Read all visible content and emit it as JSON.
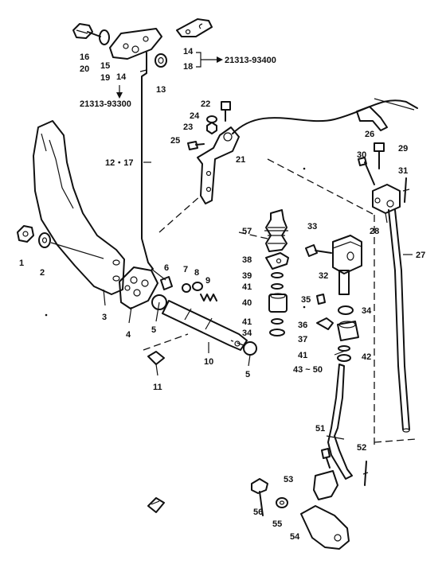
{
  "diagram": {
    "labels": [
      {
        "id": "l16",
        "text": "16"
      },
      {
        "id": "l20",
        "text": "20"
      },
      {
        "id": "l15",
        "text": "15"
      },
      {
        "id": "l19",
        "text": "19"
      },
      {
        "id": "l14a",
        "text": "14"
      },
      {
        "id": "l13",
        "text": "13"
      },
      {
        "id": "l14b",
        "text": "14"
      },
      {
        "id": "l18",
        "text": "18"
      },
      {
        "id": "l22",
        "text": "22"
      },
      {
        "id": "l24",
        "text": "24"
      },
      {
        "id": "l23",
        "text": "23"
      },
      {
        "id": "l25",
        "text": "25"
      },
      {
        "id": "l21",
        "text": "21"
      },
      {
        "id": "l1217",
        "text": "12・17"
      },
      {
        "id": "l26",
        "text": "26"
      },
      {
        "id": "l30",
        "text": "30"
      },
      {
        "id": "l29",
        "text": "29"
      },
      {
        "id": "l31",
        "text": "31"
      },
      {
        "id": "l28",
        "text": "28"
      },
      {
        "id": "l27",
        "text": "27"
      },
      {
        "id": "l57",
        "text": "57"
      },
      {
        "id": "l33",
        "text": "33"
      },
      {
        "id": "l38",
        "text": "38"
      },
      {
        "id": "l39",
        "text": "39"
      },
      {
        "id": "l41a",
        "text": "41"
      },
      {
        "id": "l40",
        "text": "40"
      },
      {
        "id": "l41b",
        "text": "41"
      },
      {
        "id": "l34a",
        "text": "34"
      },
      {
        "id": "l32",
        "text": "32"
      },
      {
        "id": "l35",
        "text": "35"
      },
      {
        "id": "l34b",
        "text": "34"
      },
      {
        "id": "l36",
        "text": "36"
      },
      {
        "id": "l37",
        "text": "37"
      },
      {
        "id": "l41c",
        "text": "41"
      },
      {
        "id": "l42",
        "text": "42"
      },
      {
        "id": "l4350",
        "text": "43 ~ 50"
      },
      {
        "id": "l1",
        "text": "1"
      },
      {
        "id": "l2",
        "text": "2"
      },
      {
        "id": "l3",
        "text": "3"
      },
      {
        "id": "l4",
        "text": "4"
      },
      {
        "id": "l5a",
        "text": "5"
      },
      {
        "id": "l6",
        "text": "6"
      },
      {
        "id": "l7",
        "text": "7"
      },
      {
        "id": "l8",
        "text": "8"
      },
      {
        "id": "l9",
        "text": "9"
      },
      {
        "id": "l10",
        "text": "10"
      },
      {
        "id": "l5b",
        "text": "5"
      },
      {
        "id": "l11",
        "text": "11"
      },
      {
        "id": "l51",
        "text": "51"
      },
      {
        "id": "l52",
        "text": "52"
      },
      {
        "id": "l53",
        "text": "53"
      },
      {
        "id": "l56",
        "text": "56"
      },
      {
        "id": "l55",
        "text": "55"
      },
      {
        "id": "l54",
        "text": "54"
      }
    ],
    "part_numbers": {
      "left": "21313-93300",
      "right": "21313-93400"
    }
  }
}
